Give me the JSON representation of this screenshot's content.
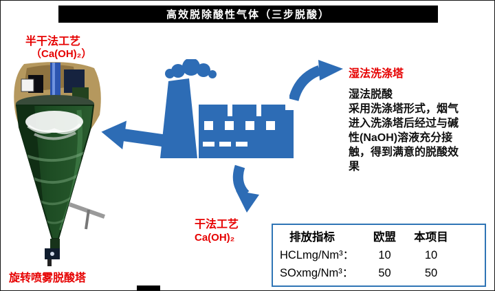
{
  "banner": {
    "title": "高效脱除酸性气体（三步脱酸）"
  },
  "semi_dry": {
    "label": "半干法工艺",
    "reagent": "（Ca(OH)₂）",
    "tower_label": "旋转喷雾脱酸塔"
  },
  "wet": {
    "heading": "湿法洗涤塔",
    "lines": [
      "湿法脱酸",
      "采用洗涤塔形式，烟气",
      "进入洗涤塔后经过与碱",
      "性(NaOH)溶液充分接",
      "触，得到满意的脱酸效",
      "果"
    ]
  },
  "dry": {
    "label": "干法工艺",
    "reagent": "Ca(OH)₂"
  },
  "table": {
    "headers": [
      "排放指标",
      "欧盟",
      "本项目"
    ],
    "rows": [
      [
        "HCLmg/Nm³：",
        "10",
        "10"
      ],
      [
        "SOxmg/Nm³：",
        "50",
        "50"
      ]
    ]
  },
  "icons": {
    "factory": "factory-with-smokestack",
    "smoke": "smoke-cloud",
    "tower": "rotary-spray-deacidification-tower",
    "arrow_left": "flow-arrow-to-semi-dry",
    "arrow_right": "flow-arrow-to-wet-scrubber",
    "arrow_down": "flow-arrow-to-dry-process"
  },
  "colors": {
    "accent_blue": "#2d6cb5",
    "label_red": "#e60000",
    "banner_bg": "#000000",
    "table_border": "#2e74b5"
  }
}
